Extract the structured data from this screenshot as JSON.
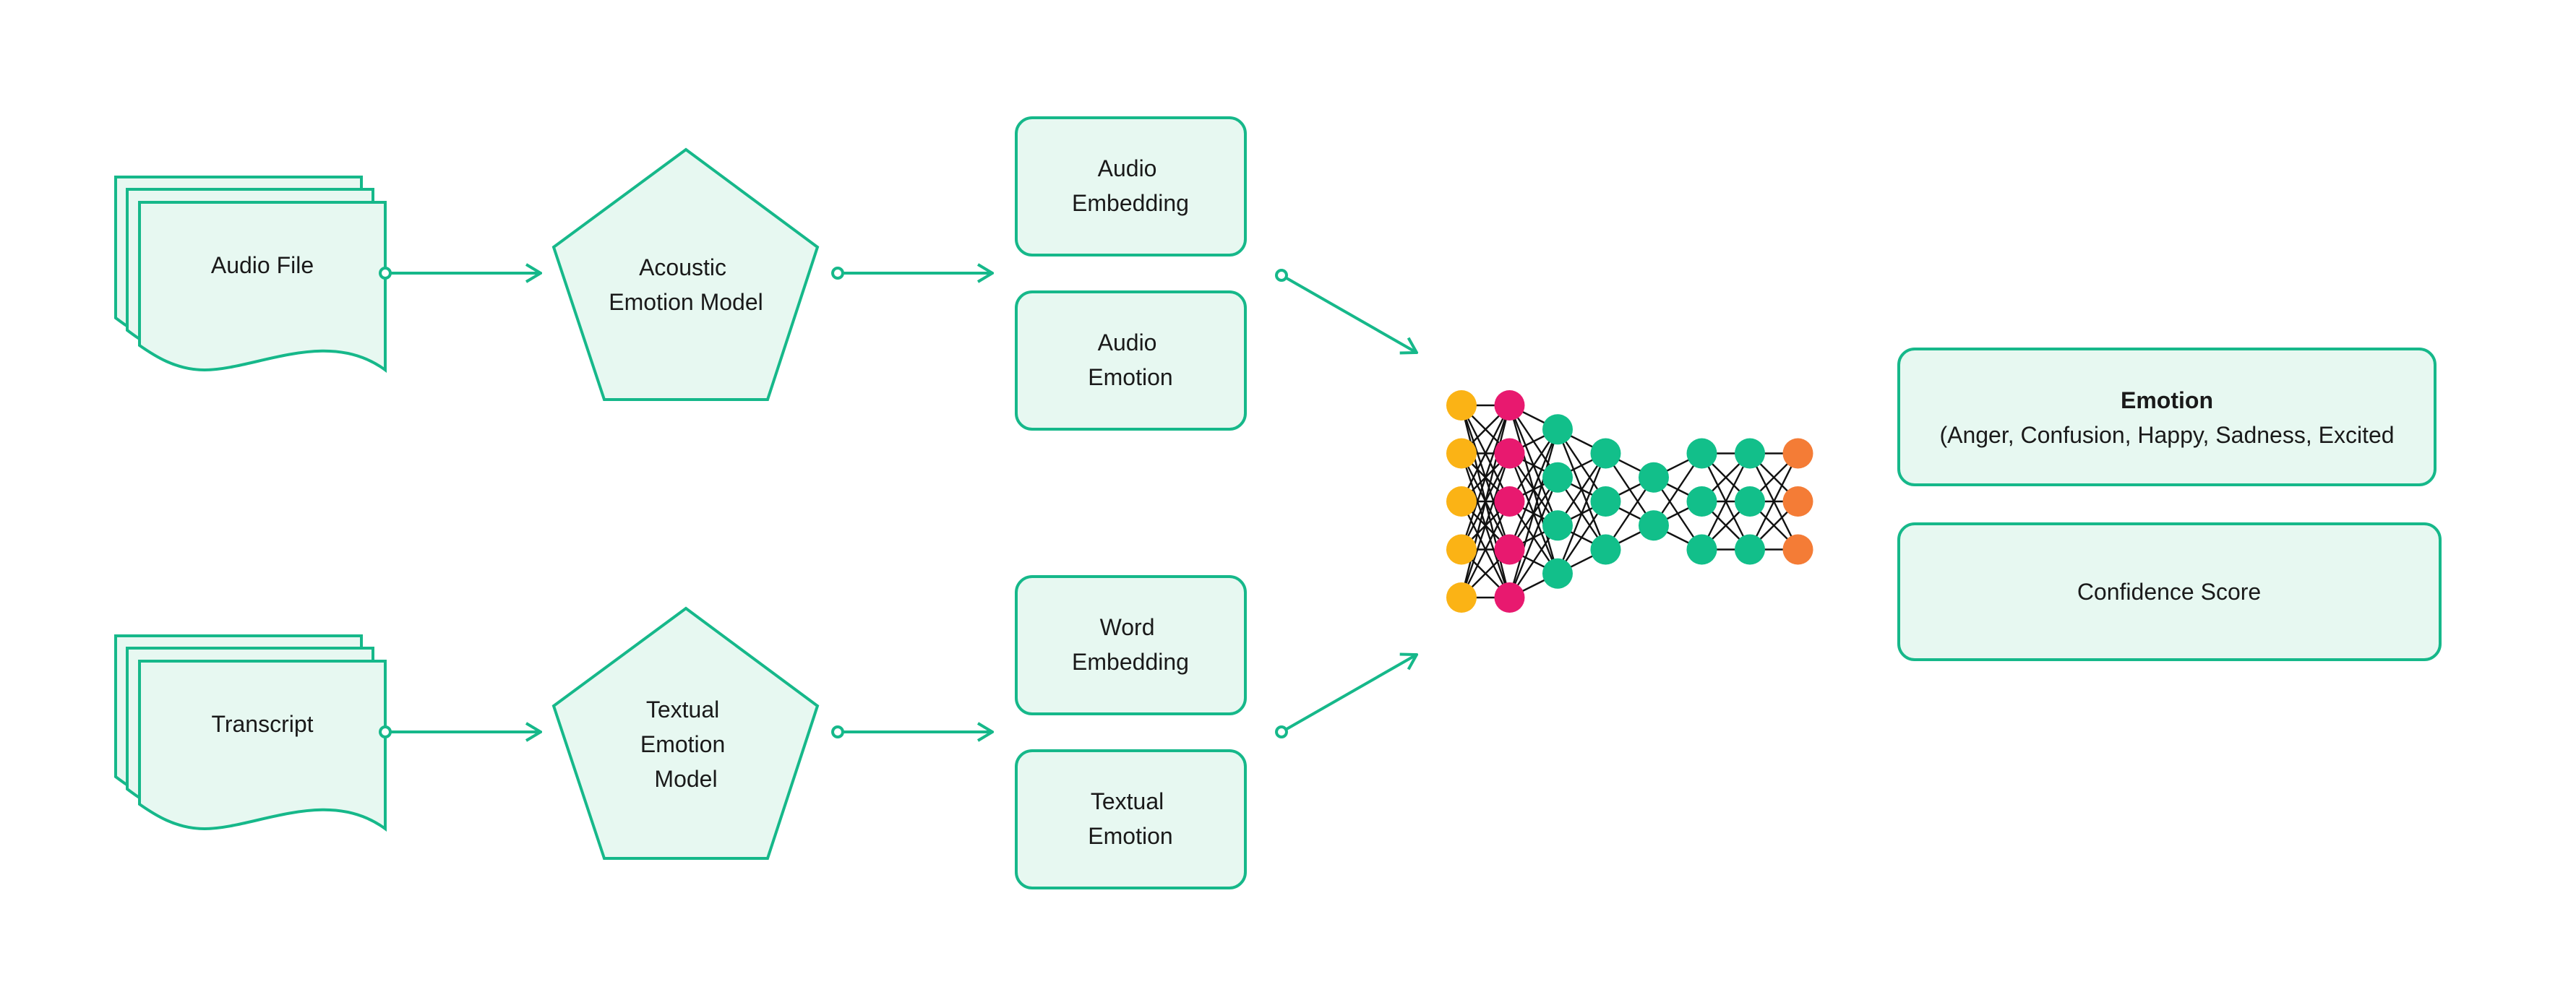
{
  "inputs": {
    "audio_file": "Audio File",
    "transcript": "Transcript"
  },
  "models": {
    "acoustic": [
      "Acoustic",
      "Emotion Model"
    ],
    "textual": [
      "Textual",
      "Emotion",
      "Model"
    ]
  },
  "features": {
    "audio_embedding": [
      "Audio",
      "Embedding"
    ],
    "audio_emotion": [
      "Audio",
      "Emotion"
    ],
    "word_embedding": [
      "Word",
      "Embedding"
    ],
    "textual_emotion": [
      "Textual",
      "Emotion"
    ]
  },
  "outputs": {
    "emotion_title": "Emotion",
    "emotion_classes": "(Anger, Confusion, Happy, Sadness, Excited",
    "confidence": "Confidence Score"
  },
  "colors": {
    "accent": "#16b88a",
    "fill": "#e7f8f1",
    "input_node": "#fbb315",
    "second_layer_node": "#e8196f",
    "hidden_node": "#12bf8a",
    "output_node": "#f47c36",
    "edge": "#111111"
  },
  "network": {
    "layers": [
      {
        "count": 5,
        "color": "input_node"
      },
      {
        "count": 5,
        "color": "second_layer_node"
      },
      {
        "count": 4,
        "color": "hidden_node"
      },
      {
        "count": 3,
        "color": "hidden_node"
      },
      {
        "count": 2,
        "color": "hidden_node"
      },
      {
        "count": 3,
        "color": "hidden_node"
      },
      {
        "count": 3,
        "color": "hidden_node"
      },
      {
        "count": 3,
        "color": "output_node"
      }
    ]
  }
}
